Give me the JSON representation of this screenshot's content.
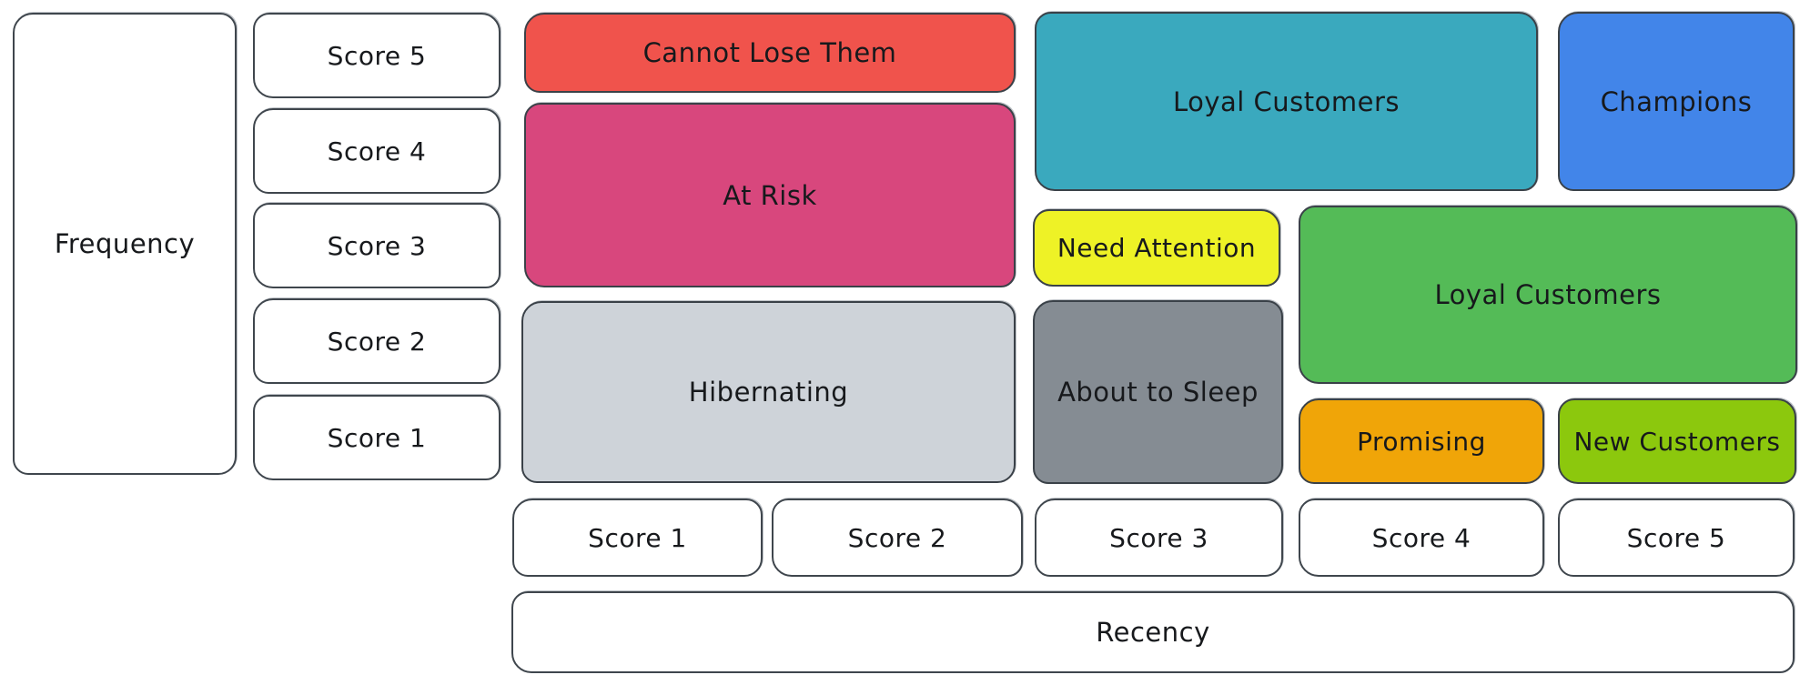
{
  "diagram": {
    "type": "rfm-segmentation-matrix",
    "axes": {
      "frequency_label": "Frequency",
      "frequency_scores": [
        "Score 5",
        "Score 4",
        "Score 3",
        "Score 2",
        "Score 1"
      ],
      "recency_scores": [
        "Score 1",
        "Score 2",
        "Score 3",
        "Score 4",
        "Score 5"
      ],
      "recency_label": "Recency"
    },
    "segments": [
      {
        "label": "Cannot Lose Them",
        "fill": "#f0534c",
        "recency": "1-2",
        "frequency": "5"
      },
      {
        "label": "At Risk",
        "fill": "#d8477d",
        "recency": "1-2",
        "frequency": "3-4"
      },
      {
        "label": "Hibernating",
        "fill": "#ced3d9",
        "recency": "1-2",
        "frequency": "1-2"
      },
      {
        "label": "Loyal Customers",
        "fill": "#3aa9be",
        "recency": "3-4",
        "frequency": "4-5"
      },
      {
        "label": "Champions",
        "fill": "#4285e9",
        "recency": "5",
        "frequency": "4-5"
      },
      {
        "label": "Need Attention",
        "fill": "#eef226",
        "recency": "3",
        "frequency": "3"
      },
      {
        "label": "About to Sleep",
        "fill": "#858c93",
        "recency": "3",
        "frequency": "1-2"
      },
      {
        "label": "Loyal Customers",
        "fill": "#54bb57",
        "recency": "4-5",
        "frequency": "2-3"
      },
      {
        "label": "Promising",
        "fill": "#f0a508",
        "recency": "4",
        "frequency": "1"
      },
      {
        "label": "New Customers",
        "fill": "#8cc80d",
        "recency": "5",
        "frequency": "1"
      }
    ],
    "colors": {
      "background": "#ffffff",
      "stroke": "#3f464d",
      "text": "#17191c"
    }
  }
}
